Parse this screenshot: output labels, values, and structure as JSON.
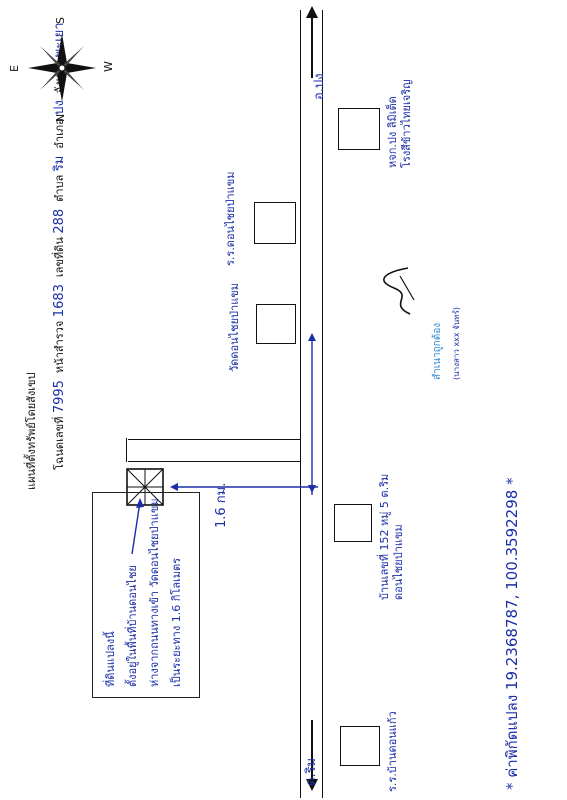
{
  "header": {
    "title": "แผนที่ตั้งทรัพย์โดยสังเขป",
    "deed_label": "โฉนดเลขที่",
    "deed_no": "7995",
    "survey_label": "หน้าสำรวจ",
    "survey_no": "1683",
    "land_label": "เลขที่ดิน",
    "land_no": "288",
    "subdistrict_label": "ตำบล",
    "subdistrict": "ริม",
    "district_label": "อำเภอ",
    "district": "ปง",
    "province_label": "จังหวัด",
    "province": "พะเยา"
  },
  "compass": {
    "n": "N",
    "e": "E",
    "s": "S",
    "w": "W"
  },
  "road": {
    "end_right_label": "อ.ปง",
    "end_left_label": "ต.ริม"
  },
  "landmarks": [
    {
      "label": "ร.ร.บ้านดอนแก้ว"
    },
    {
      "label": "บ้านเลขที่ 152 หมู่ 5 ต.ริม",
      "sub": "ดอนไชยป่าแขม"
    },
    {
      "label": "วัดดอนไชยป่าแขม"
    },
    {
      "label": "ร.ร.ดอนไชยป่าแขม"
    },
    {
      "label": "หจก.ปง ลิมิเต็ด",
      "sub": "โรงสีข้าวไทยเจริญ"
    }
  ],
  "distance_label": "1.6 กม.",
  "note_lines": [
    "ที่ดินแปลงนี้",
    "ตั้งอยู่ในพื้นที่บ้านดอนไชย",
    "ห่างจากถนนทางเข้า วัดดอนไชยป่าแขม",
    "เป็นระยะทาง 1.6 กิโลเมตร"
  ],
  "signature": {
    "sign": "สำเนาถูกต้อง",
    "name": "(นางสาว xxx จันทร์)"
  },
  "coordinates": "* ค่าพิกัดแปลง 19.2368787, 100.3592298 *",
  "colors": {
    "ink": "#1a2ea8",
    "print": "#111111",
    "stamp": "#2a8ad8"
  }
}
